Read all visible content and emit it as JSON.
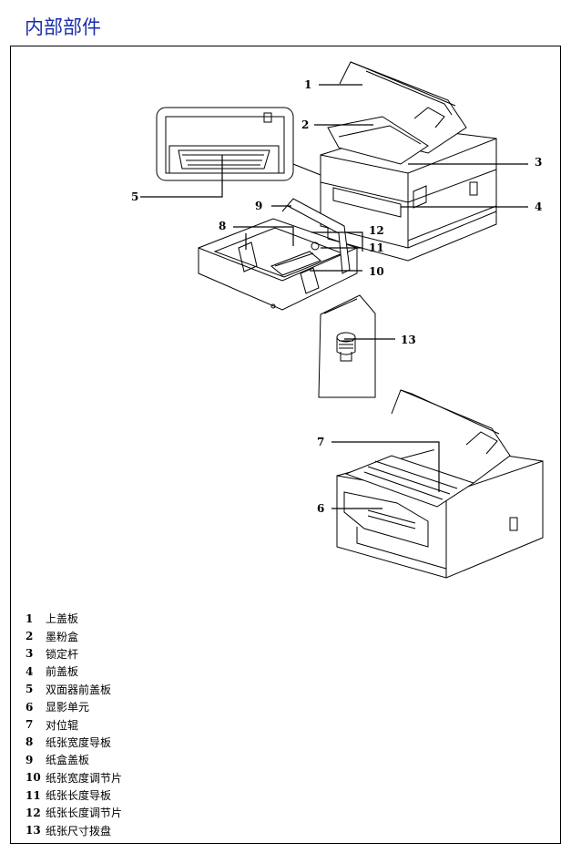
{
  "page": {
    "title": "内部部件"
  },
  "callouts": [
    {
      "id": "1"
    },
    {
      "id": "2"
    },
    {
      "id": "3"
    },
    {
      "id": "4"
    },
    {
      "id": "5"
    },
    {
      "id": "6"
    },
    {
      "id": "7"
    },
    {
      "id": "8"
    },
    {
      "id": "9"
    },
    {
      "id": "10"
    },
    {
      "id": "11"
    },
    {
      "id": "12"
    },
    {
      "id": "13"
    }
  ],
  "legend": [
    {
      "num": "1",
      "label": "上盖板"
    },
    {
      "num": "2",
      "label": "墨粉盒"
    },
    {
      "num": "3",
      "label": "锁定杆"
    },
    {
      "num": "4",
      "label": "前盖板"
    },
    {
      "num": "5",
      "label": "双面器前盖板"
    },
    {
      "num": "6",
      "label": "显影单元"
    },
    {
      "num": "7",
      "label": "对位辊"
    },
    {
      "num": "8",
      "label": "纸张宽度导板"
    },
    {
      "num": "9",
      "label": "纸盒盖板"
    },
    {
      "num": "10",
      "label": "纸张宽度调节片"
    },
    {
      "num": "11",
      "label": "纸张长度导板"
    },
    {
      "num": "12",
      "label": "纸张长度调节片"
    },
    {
      "num": "13",
      "label": "纸张尺寸拨盘"
    }
  ]
}
